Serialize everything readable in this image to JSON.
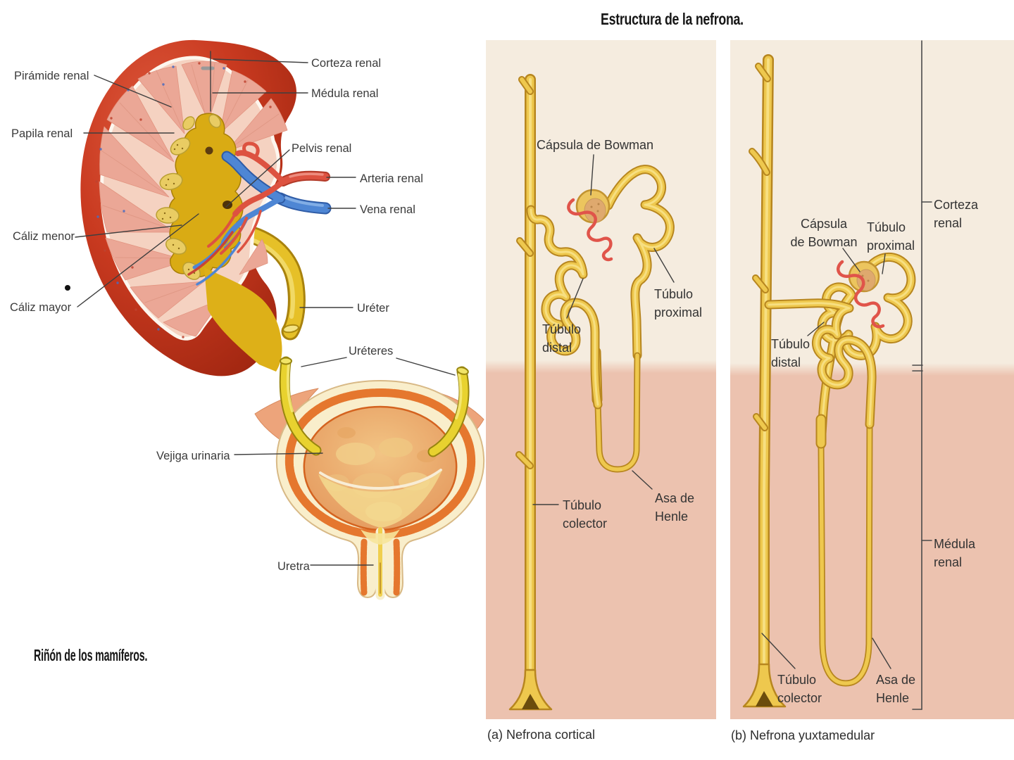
{
  "slide": {
    "background": "#ffffff"
  },
  "kidney_figure": {
    "title": "Riñón de los mamíferos.",
    "labels": {
      "piramide_renal": "Pirámide renal",
      "papila_renal": "Papila renal",
      "caliz_menor": "Cáliz menor",
      "caliz_mayor": "Cáliz mayor",
      "corteza_renal": "Corteza renal",
      "medula_renal": "Médula renal",
      "pelvis_renal": "Pelvis renal",
      "arteria_renal": "Arteria renal",
      "vena_renal": "Vena renal",
      "ureter": "Uréter"
    }
  },
  "bladder_figure": {
    "labels": {
      "ureteres": "Uréteres",
      "vejiga_urinaria": "Vejiga urinaria",
      "uretra": "Uretra"
    }
  },
  "nephron_figure": {
    "title": "Estructura de la nefrona.",
    "regions": {
      "corteza": [
        "Corteza",
        "renal"
      ],
      "medula": [
        "Médula",
        "renal"
      ]
    },
    "panel_a": {
      "caption": "(a) Nefrona cortical",
      "labels": {
        "capsula_de_bowman": "Cápsula de Bowman",
        "tubulo_distal": [
          "Túbulo",
          "distal"
        ],
        "tubulo_proximal": [
          "Túbulo",
          "proximal"
        ],
        "tubulo_colector": [
          "Túbulo",
          "colector"
        ],
        "asa_de_henle": [
          "Asa de",
          "Henle"
        ]
      }
    },
    "panel_b": {
      "caption": "(b) Nefrona yuxtamedular",
      "labels": {
        "capsula_de_bowman": [
          "Cápsula",
          "de Bowman"
        ],
        "tubulo_proximal": [
          "Túbulo",
          "proximal"
        ],
        "tubulo_distal": [
          "Túbulo",
          "distal"
        ],
        "tubulo_colector": [
          "Túbulo",
          "colector"
        ],
        "asa_de_henle": [
          "Asa de",
          "Henle"
        ]
      }
    },
    "colors": {
      "cortex_background": "#f5ecdf",
      "medulla_background": "#ecc2af",
      "tubule_yellow": "#eec84e",
      "tubule_outline": "#b7861f",
      "capillary_red": "#e0544a"
    }
  },
  "palette": {
    "kidney_red": "#c43522",
    "renal_pelvis_yellow": "#d9ab14",
    "artery_red": "#dd5240",
    "vein_blue": "#4e86d4",
    "bladder_muscle_orange": "#e5772e",
    "label_text": "#3b3b3b"
  }
}
